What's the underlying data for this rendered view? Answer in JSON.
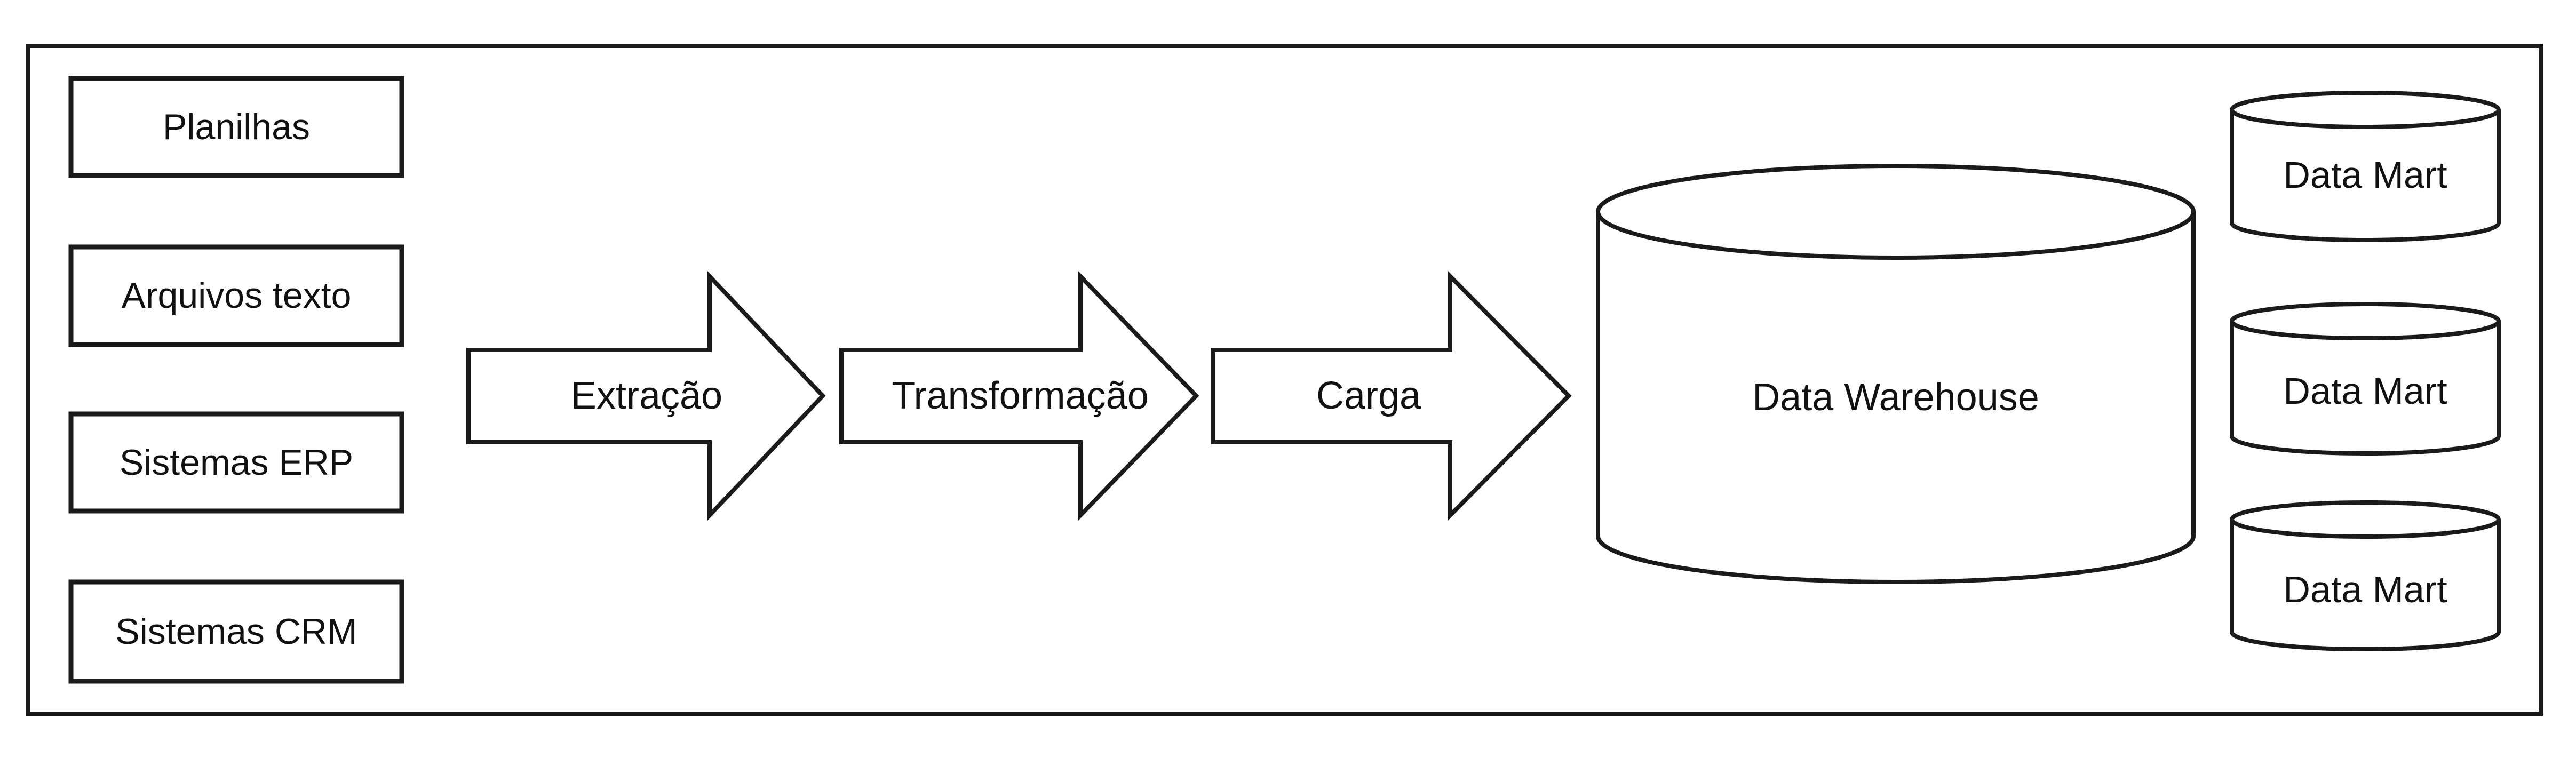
{
  "sources": [
    {
      "label": "Planilhas"
    },
    {
      "label": "Arquivos texto"
    },
    {
      "label": "Sistemas ERP"
    },
    {
      "label": "Sistemas CRM"
    }
  ],
  "process_steps": [
    {
      "label": "Extração"
    },
    {
      "label": "Transformação"
    },
    {
      "label": "Carga"
    }
  ],
  "warehouse": {
    "label": "Data Warehouse"
  },
  "data_marts": [
    {
      "label": "Data Mart"
    },
    {
      "label": "Data Mart"
    },
    {
      "label": "Data Mart"
    }
  ]
}
